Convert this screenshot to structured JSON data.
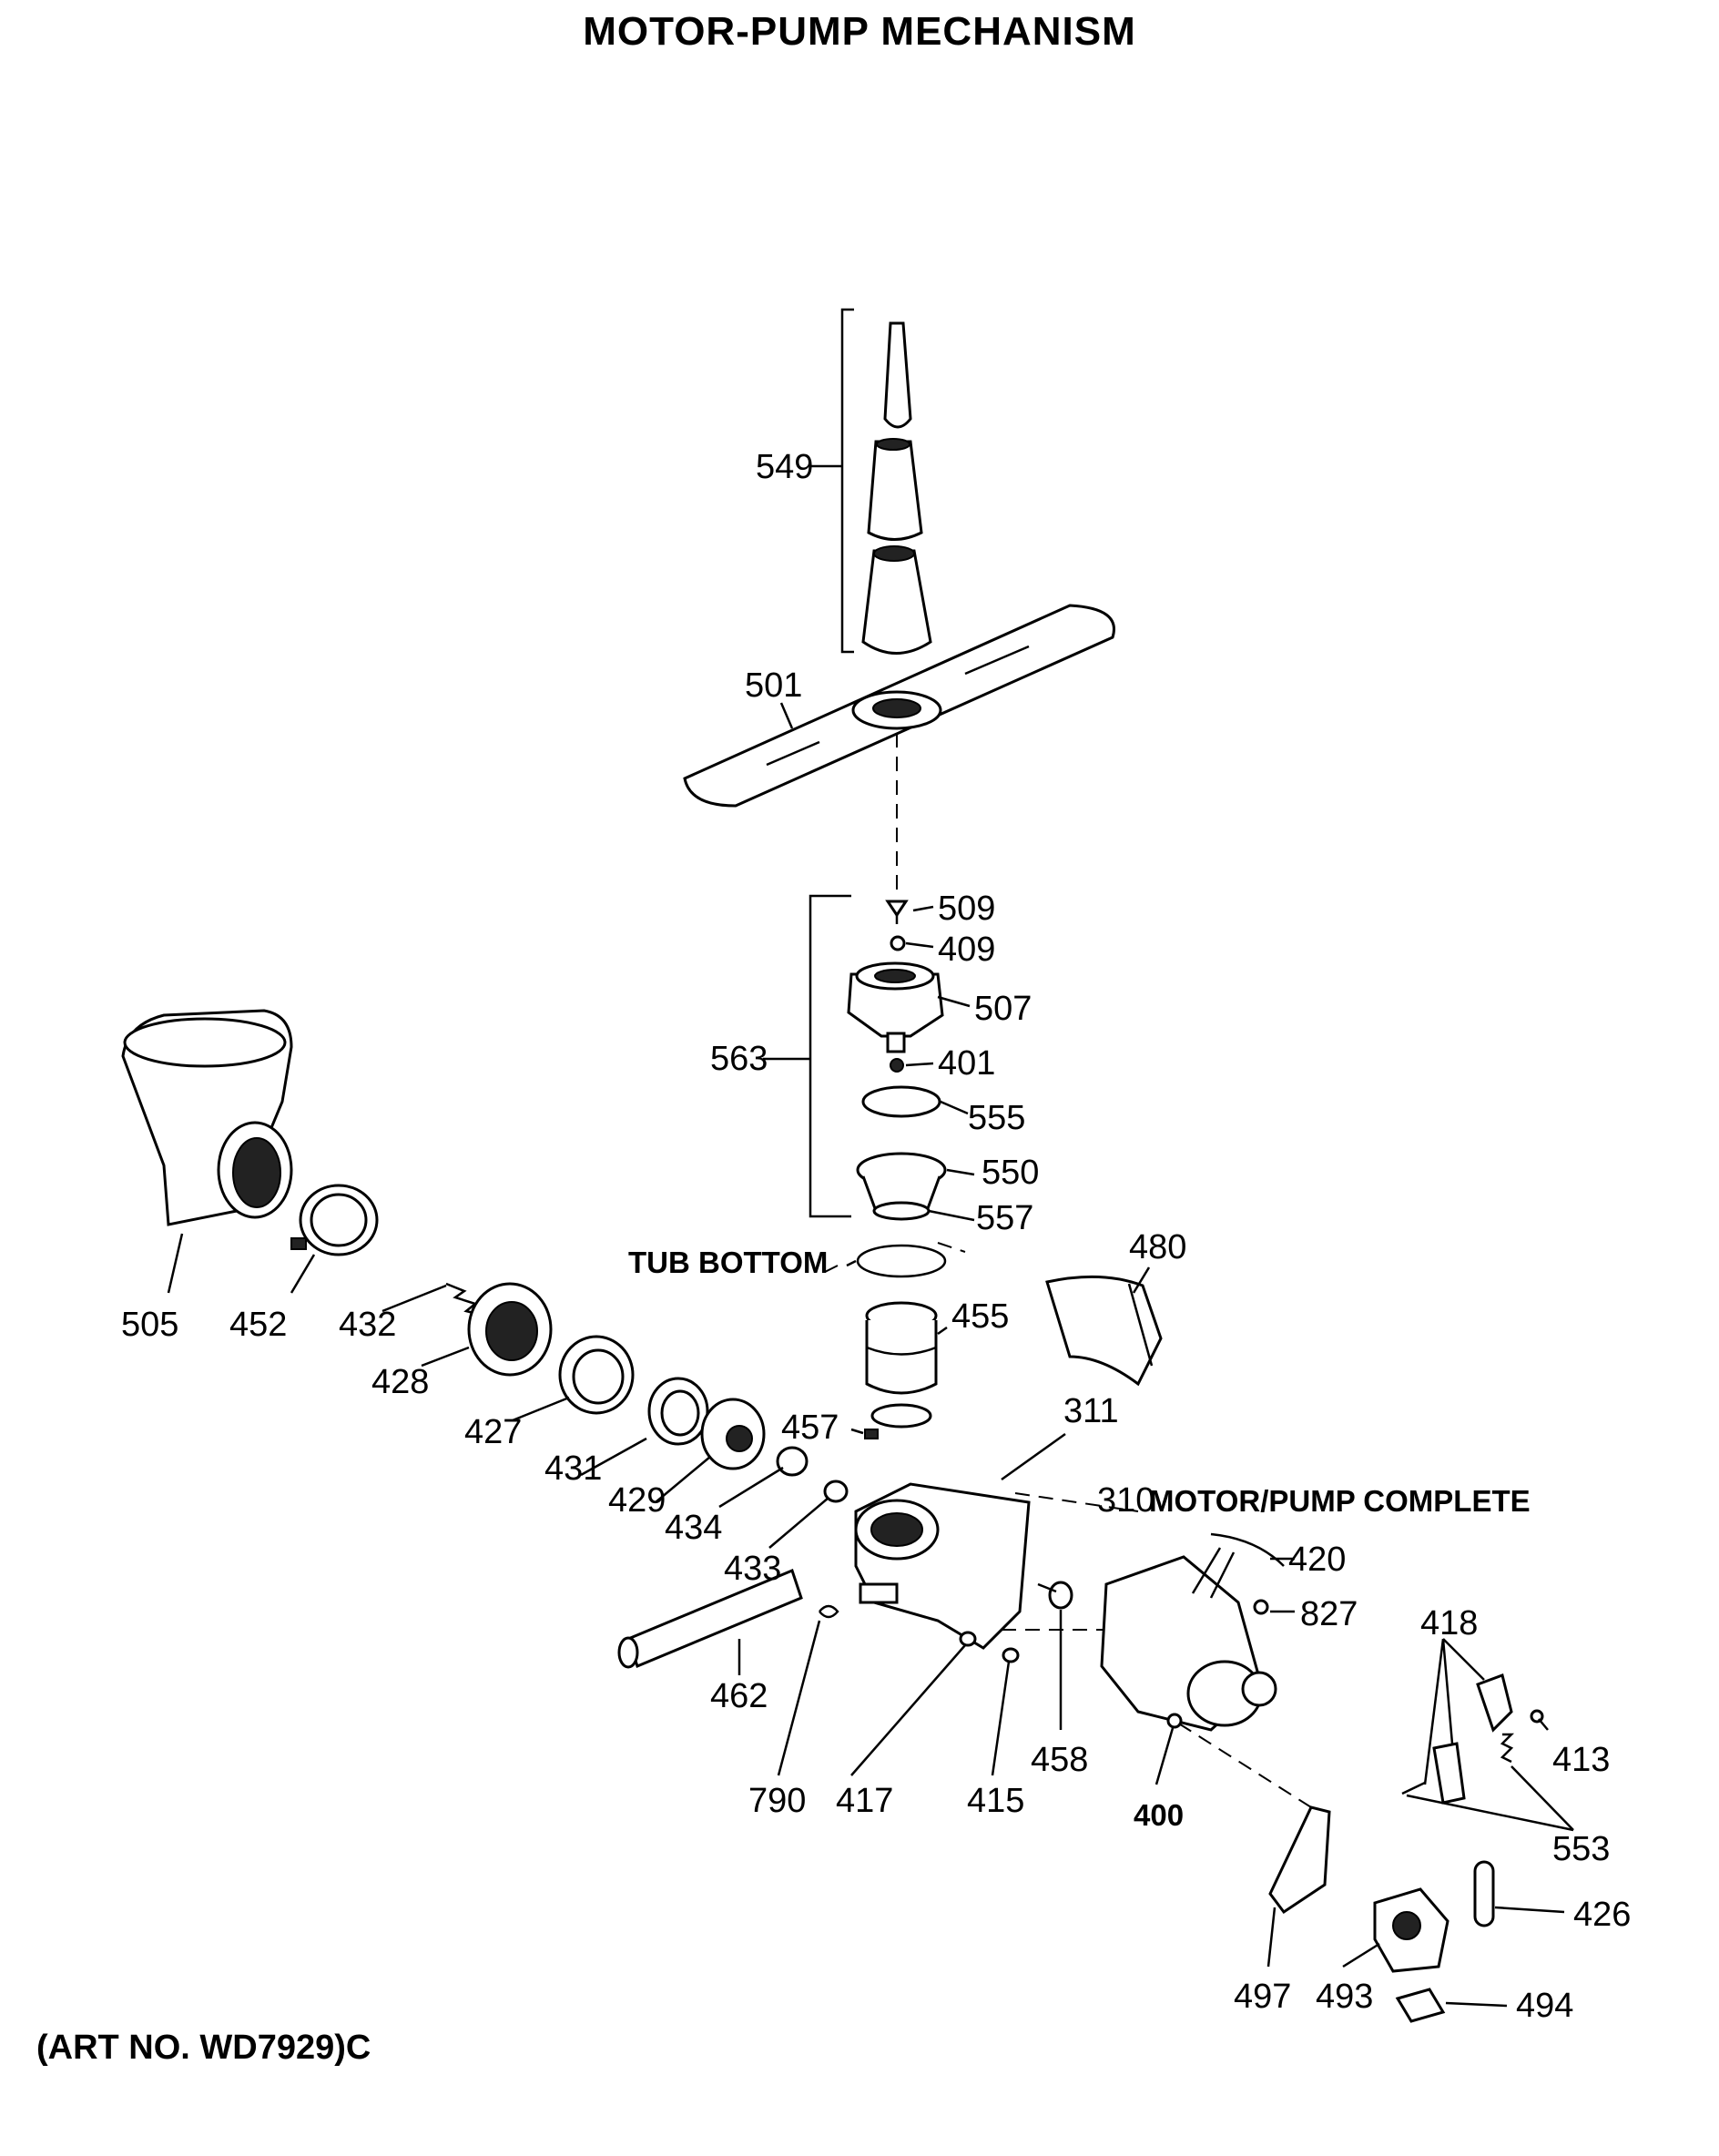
{
  "title": "MOTOR-PUMP MECHANISM",
  "art_number": "(ART NO. WD7929)C",
  "annotations": {
    "tub_bottom": "TUB BOTTOM",
    "motor_pump_complete": "MOTOR/PUMP COMPLETE"
  },
  "part_numbers": {
    "p549": "549",
    "p501": "501",
    "p509": "509",
    "p409": "409",
    "p507": "507",
    "p563": "563",
    "p401": "401",
    "p555": "555",
    "p550": "550",
    "p557": "557",
    "p480": "480",
    "p455": "455",
    "p505": "505",
    "p452": "452",
    "p432": "432",
    "p428": "428",
    "p427": "427",
    "p431": "431",
    "p429": "429",
    "p457": "457",
    "p311": "311",
    "p434": "434",
    "p433": "433",
    "p310": "310",
    "p420": "420",
    "p827": "827",
    "p418": "418",
    "p413": "413",
    "p462": "462",
    "p790": "790",
    "p417": "417",
    "p415": "415",
    "p458": "458",
    "p400": "400",
    "p553": "553",
    "p426": "426",
    "p497": "497",
    "p493": "493",
    "p494": "494"
  }
}
